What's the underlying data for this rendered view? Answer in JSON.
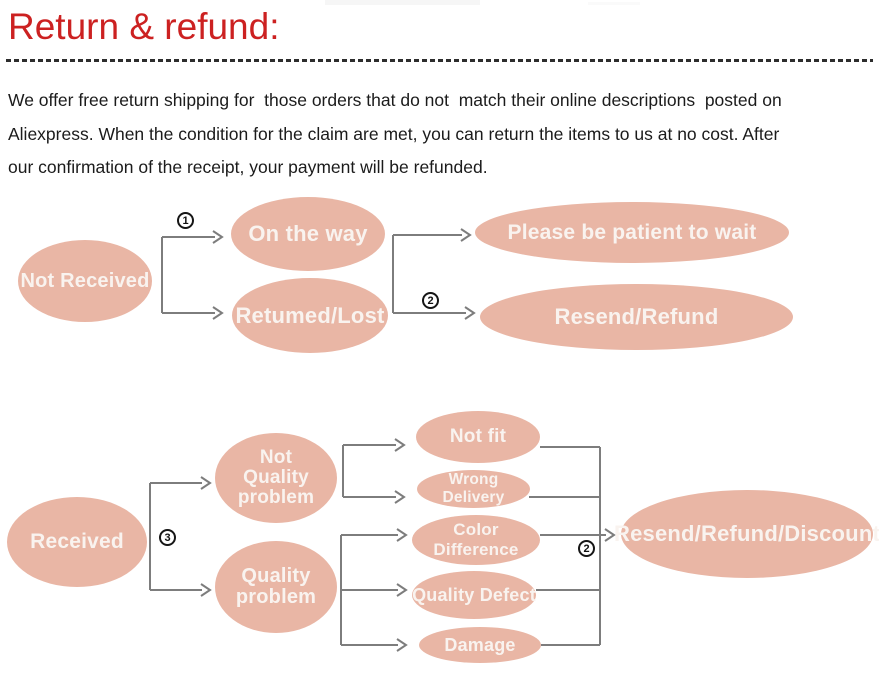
{
  "colors": {
    "title_red": "#cc2121",
    "ellipse_fill": "#e9b6a5",
    "ellipse_text": "#f9f3ef",
    "connector_gray": "#7d7d7d",
    "body_text": "#1b1b1b"
  },
  "header": {
    "title": "Return & refund:"
  },
  "intro": {
    "lines": [
      "We offer free return shipping for  those orders that do not  match their online descriptions  posted on",
      "Aliexpress. When the condition for the claim are met, you can return the items to us at no cost. After",
      "our confirmation of the receipt, your payment will be refunded."
    ]
  },
  "flow_not_received": {
    "start": "Not Received",
    "step1_badge": "1",
    "on_the_way": "On the way",
    "returned_lost": "Retumed/Lost",
    "step2_badge": "2",
    "please_wait": "Please be patient to wait",
    "resend_refund": "Resend/Refund"
  },
  "flow_received": {
    "start": "Received",
    "step3_badge": "3",
    "not_quality_lines": [
      "Not",
      "Quality",
      "problem"
    ],
    "quality_lines": [
      "Quality",
      "problem"
    ],
    "not_fit": "Not fit",
    "wrong_delivery": "Wrong Delivery",
    "color_difference": "Color Difference",
    "quality_defect": "Quality Defect",
    "damage": "Damage",
    "step2_badge": "2",
    "outcome": "Resend/Refund/Discount"
  }
}
